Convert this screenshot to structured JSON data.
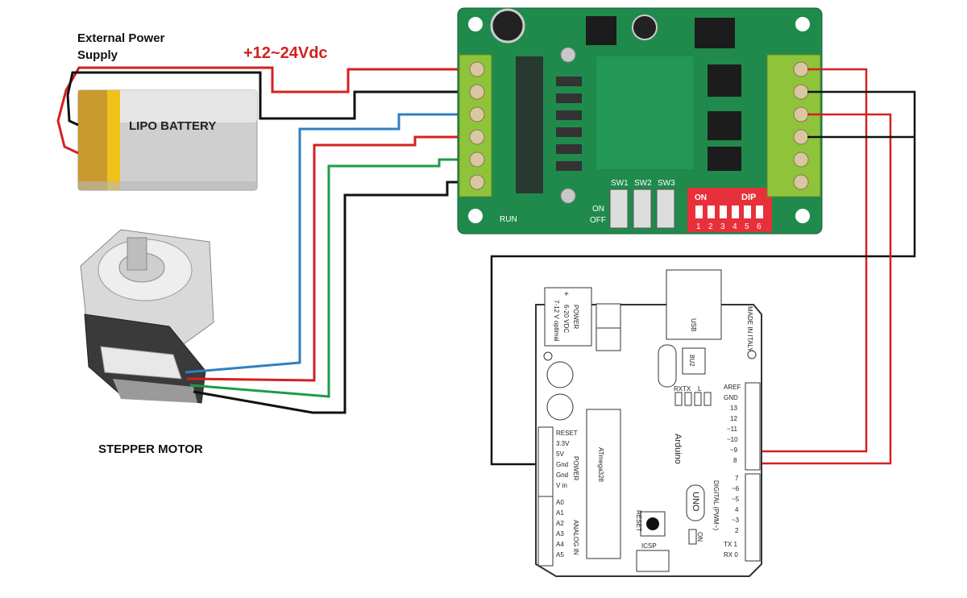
{
  "labels": {
    "external_power": "External Power",
    "supply": "Supply",
    "voltage": "+12~24Vdc",
    "battery": "LIPO BATTERY",
    "stepper_motor": "STEPPER MOTOR"
  },
  "driver": {
    "sw1": "SW1",
    "sw2": "SW2",
    "sw3": "SW3",
    "on": "ON",
    "off": "OFF",
    "dip": "DIP",
    "run": "RUN",
    "dip_numbers": [
      "1",
      "2",
      "3",
      "4",
      "5",
      "6"
    ]
  },
  "arduino": {
    "name": "Arduino",
    "uno": "UNO",
    "chip": "ATmega328",
    "usb": "USB",
    "chip_8u2": "8U2",
    "made_in": "MADE IN ITALY",
    "power_plus": "+",
    "power_label": "POWER",
    "power_vdc": "6-20 VDC",
    "power_opt": "7-12 V optimal",
    "reset": "RESET",
    "icsp": "ICSP",
    "on_led": "ON",
    "l_led": "L",
    "tx_led": "TX",
    "rx_led": "RX",
    "power_header_title": "POWER",
    "power_pins": [
      "RESET",
      "3.3V",
      "5V",
      "Gnd",
      "Gnd",
      "V in"
    ],
    "analog_title": "ANALOG IN",
    "analog_pins": [
      "A0",
      "A1",
      "A2",
      "A3",
      "A4",
      "A5"
    ],
    "digital_title": "DIGITAL (PWM~)",
    "digital_upper": [
      "AREF",
      "GND",
      "13",
      "12",
      "~11",
      "~10",
      "~9",
      "8"
    ],
    "digital_lower": [
      "7",
      "~6",
      "~5",
      "4",
      "~3",
      "2",
      "TX 1",
      "RX 0"
    ]
  },
  "colors": {
    "pcb": "#1f8a4c",
    "terminal": "#8fc43a",
    "wire_red": "#d42020",
    "wire_black": "#111111",
    "wire_blue": "#2f7fc0",
    "wire_green": "#1f9a4a",
    "battery_gold": "#c99a2e",
    "dip_red": "#e8303a"
  }
}
